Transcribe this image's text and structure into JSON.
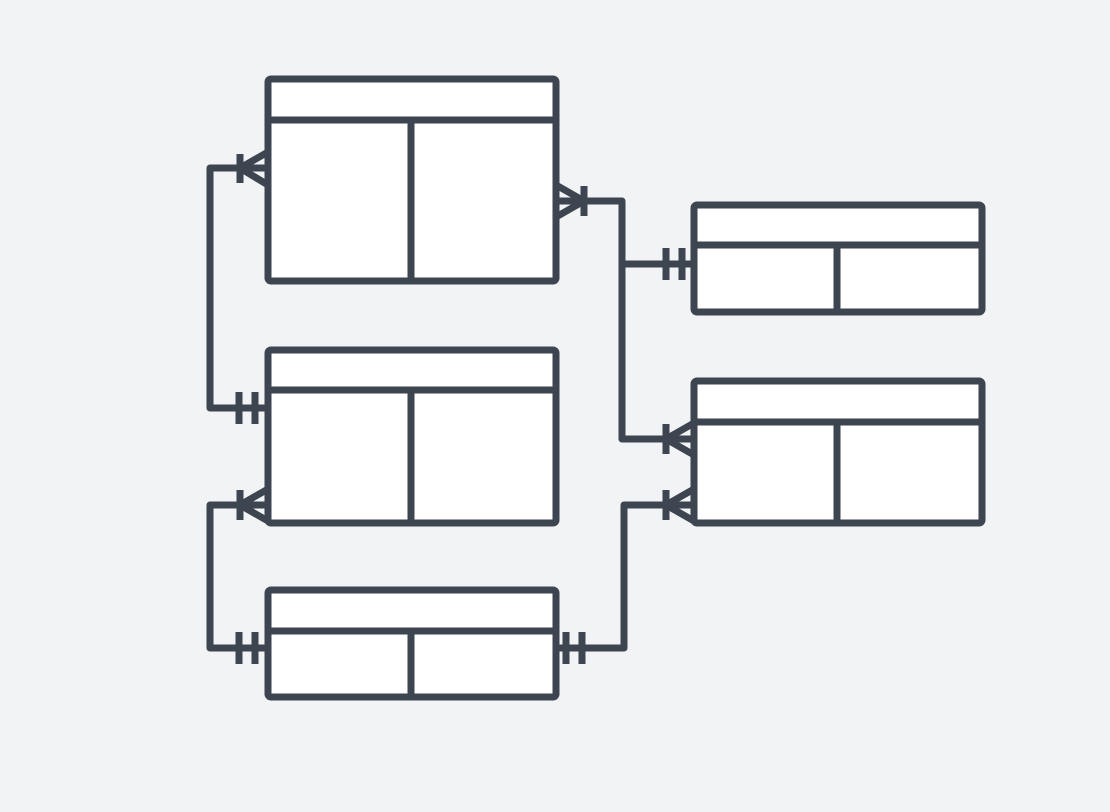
{
  "diagram": {
    "type": "entity-relationship",
    "colors": {
      "background": "#f1f3f5",
      "stroke": "#3d4650",
      "entity_fill": "#ffffff"
    },
    "entities": [
      {
        "id": "e1",
        "columns": 2
      },
      {
        "id": "e2",
        "columns": 2
      },
      {
        "id": "e3",
        "columns": 2
      },
      {
        "id": "e4",
        "columns": 2
      },
      {
        "id": "e5",
        "columns": 2
      }
    ],
    "relationships": [
      {
        "from": "e2",
        "from_cardinality": "one-and-only-one",
        "to": "e1",
        "to_cardinality": "one-or-many"
      },
      {
        "from": "e3",
        "from_cardinality": "one-and-only-one",
        "to": "e2",
        "to_cardinality": "one-or-many"
      },
      {
        "from": "e4",
        "from_cardinality": "one-and-only-one",
        "to": "e1",
        "to_cardinality": "one-or-many"
      },
      {
        "from": "e4",
        "from_cardinality": "one-and-only-one",
        "to": "e5",
        "to_cardinality": "one-or-many"
      },
      {
        "from": "e3",
        "from_cardinality": "one-and-only-one",
        "to": "e5",
        "to_cardinality": "one-or-many"
      }
    ]
  }
}
